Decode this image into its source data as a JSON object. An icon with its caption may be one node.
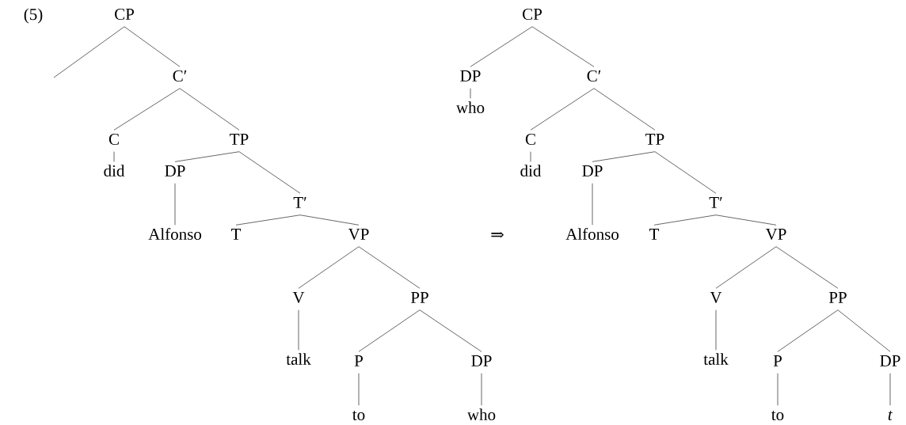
{
  "diagram": {
    "nodes": [
      {
        "text": [
          "CP"
        ]
      },
      {
        "text": [
          "C′"
        ]
      },
      {
        "text": [
          "C"
        ]
      },
      {
        "text": [
          "TP"
        ]
      },
      {
        "text": [
          "did"
        ]
      },
      {
        "text": [
          "DP"
        ]
      },
      {
        "text": [
          "T′"
        ]
      },
      {
        "text": [
          "Alfonso"
        ]
      },
      {
        "text": [
          "T"
        ]
      },
      {
        "text": [
          "VP"
        ]
      },
      {
        "text": [
          "V"
        ]
      },
      {
        "text": [
          "PP"
        ]
      },
      {
        "text": [
          "talk"
        ]
      },
      {
        "text": [
          "P"
        ]
      },
      {
        "text": [
          "DP"
        ]
      },
      {
        "text": [
          "to"
        ]
      },
      {
        "text": [
          "who"
        ]
      },
      {
        "text": [
          "CP"
        ]
      },
      {
        "text": [
          "DP"
        ]
      },
      {
        "text": [
          "C′"
        ]
      },
      {
        "text": [
          "who"
        ]
      },
      {
        "text": [
          "C"
        ]
      },
      {
        "text": [
          "TP"
        ]
      },
      {
        "text": [
          "did"
        ]
      },
      {
        "text": [
          "DP"
        ]
      },
      {
        "text": [
          "T′"
        ]
      },
      {
        "text": [
          "Alfonso"
        ]
      },
      {
        "text": [
          "T"
        ]
      },
      {
        "text": [
          "VP"
        ]
      },
      {
        "text": [
          "V"
        ]
      },
      {
        "text": [
          "PP"
        ]
      },
      {
        "text": [
          "talk"
        ]
      },
      {
        "text": [
          "P"
        ]
      },
      {
        "text": [
          "DP"
        ]
      },
      {
        "text": [
          "to"
        ]
      },
      {
        "text": [
          "*t*"
        ]
      }
    ],
    "edges": [
      {
        "from": 0,
        "to": null,
        "arrow": "none"
      },
      {
        "from": 0,
        "to": 1,
        "arrow": "none"
      },
      {
        "from": 1,
        "to": 2,
        "arrow": "none"
      },
      {
        "from": 1,
        "to": 3,
        "arrow": "none"
      },
      {
        "from": 2,
        "to": 4,
        "arrow": "none"
      },
      {
        "from": 3,
        "to": 5,
        "arrow": "none"
      },
      {
        "from": 3,
        "to": 6,
        "arrow": "none"
      },
      {
        "from": 5,
        "to": 7,
        "arrow": "none"
      },
      {
        "from": 6,
        "to": 8,
        "arrow": "none"
      },
      {
        "from": 6,
        "to": 9,
        "arrow": "none"
      },
      {
        "from": 9,
        "to": 10,
        "arrow": "none"
      },
      {
        "from": 9,
        "to": 11,
        "arrow": "none"
      },
      {
        "from": 10,
        "to": 12,
        "arrow": "none"
      },
      {
        "from": 11,
        "to": 13,
        "arrow": "none"
      },
      {
        "from": 11,
        "to": 14,
        "arrow": "none"
      },
      {
        "from": 13,
        "to": 15,
        "arrow": "none"
      },
      {
        "from": 14,
        "to": 16,
        "arrow": "none"
      },
      {
        "from": 17,
        "to": 18,
        "arrow": "none"
      },
      {
        "from": 17,
        "to": 19,
        "arrow": "none"
      },
      {
        "from": 18,
        "to": 20,
        "arrow": "none"
      },
      {
        "from": 19,
        "to": 21,
        "arrow": "none"
      },
      {
        "from": 19,
        "to": 22,
        "arrow": "none"
      },
      {
        "from": 21,
        "to": 23,
        "arrow": "none"
      },
      {
        "from": 22,
        "to": 24,
        "arrow": "none"
      },
      {
        "from": 22,
        "to": 25,
        "arrow": "none"
      },
      {
        "from": 24,
        "to": 26,
        "arrow": "none"
      },
      {
        "from": 25,
        "to": 27,
        "arrow": "none"
      },
      {
        "from": 25,
        "to": 28,
        "arrow": "none"
      },
      {
        "from": 28,
        "to": 29,
        "arrow": "none"
      },
      {
        "from": 28,
        "to": 30,
        "arrow": "none"
      },
      {
        "from": 29,
        "to": 31,
        "arrow": "none"
      },
      {
        "from": 30,
        "to": 32,
        "arrow": "none"
      },
      {
        "from": 30,
        "to": 33,
        "arrow": "none"
      },
      {
        "from": 32,
        "to": 34,
        "arrow": "none"
      },
      {
        "from": 33,
        "to": 35,
        "arrow": "none"
      }
    ],
    "labels": [
      "(5)",
      "⇒"
    ]
  }
}
